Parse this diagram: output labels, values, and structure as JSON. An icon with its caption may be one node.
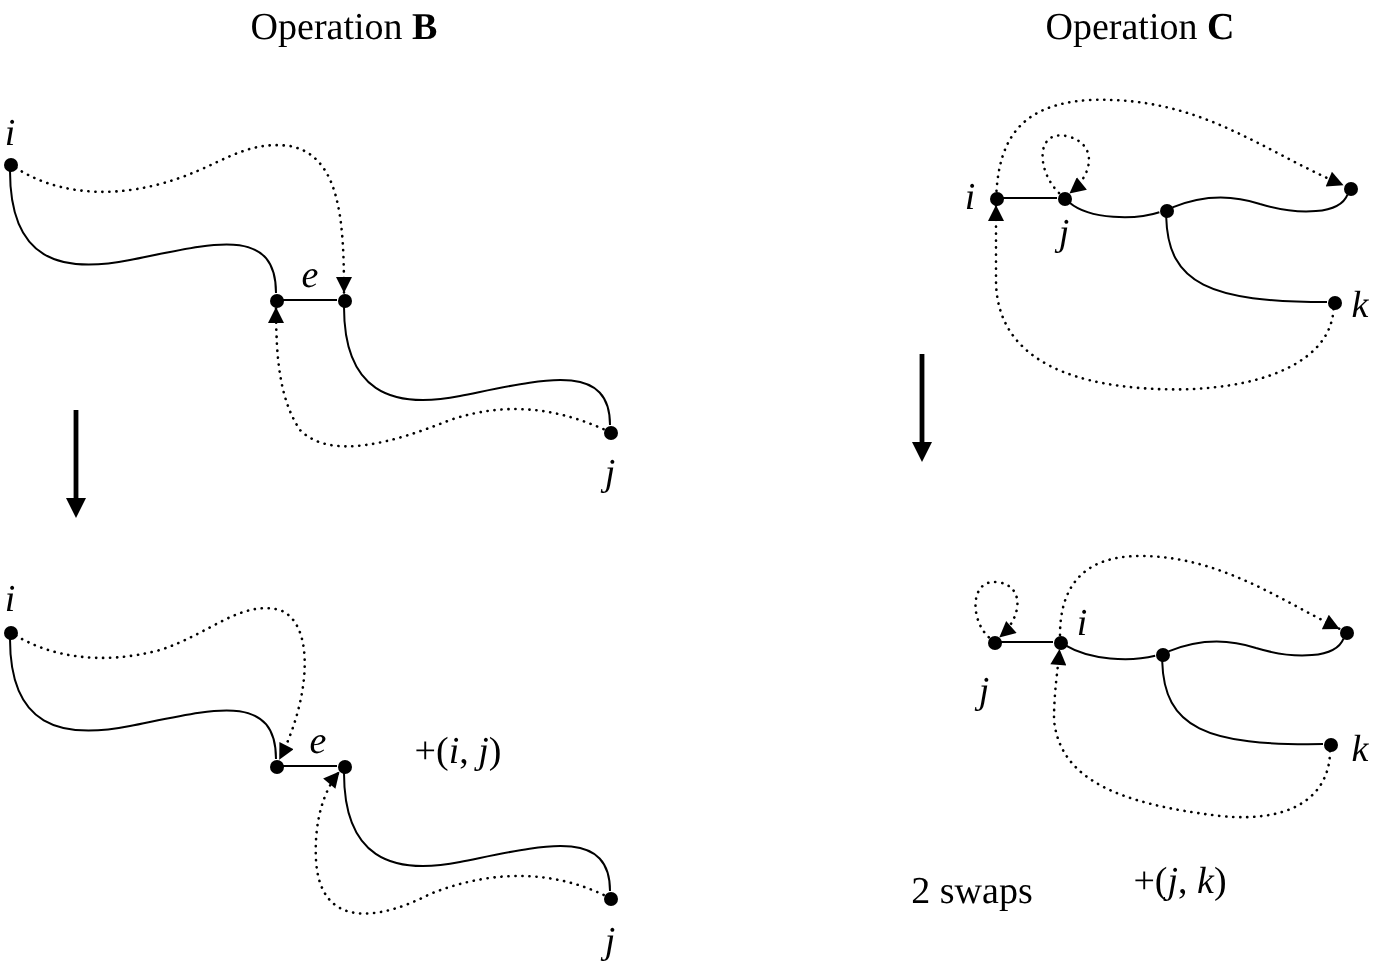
{
  "diagram": {
    "nodes": [
      {
        "text": [],
        "shape": "circle",
        "beside": [
          "i"
        ]
      },
      {
        "text": [],
        "shape": "circle"
      },
      {
        "text": [],
        "shape": "circle"
      },
      {
        "text": [],
        "shape": "circle",
        "beside": [
          "j"
        ]
      },
      {
        "text": [],
        "shape": "circle",
        "beside": [
          "i"
        ]
      },
      {
        "text": [],
        "shape": "circle",
        "beside": [
          "j"
        ]
      },
      {
        "text": [],
        "shape": "circle"
      },
      {
        "text": [],
        "shape": "circle"
      },
      {
        "text": [],
        "shape": "circle",
        "beside": [
          "k"
        ]
      },
      {
        "text": [],
        "shape": "circle",
        "beside": [
          "i"
        ]
      },
      {
        "text": [],
        "shape": "circle"
      },
      {
        "text": [],
        "shape": "circle"
      },
      {
        "text": [],
        "shape": "circle",
        "beside": [
          "j"
        ]
      },
      {
        "text": [],
        "shape": "circle",
        "beside": [
          "j"
        ]
      },
      {
        "text": [],
        "shape": "circle",
        "beside": [
          "i"
        ]
      },
      {
        "text": [],
        "shape": "circle"
      },
      {
        "text": [],
        "shape": "circle"
      },
      {
        "text": [],
        "shape": "circle",
        "beside": [
          "k"
        ]
      }
    ],
    "edges": [
      {
        "from": 0,
        "to": 1,
        "arrow": "none"
      },
      {
        "from": 1,
        "to": 2,
        "arrow": "none",
        "label": "e"
      },
      {
        "from": 2,
        "to": 3,
        "arrow": "none"
      },
      {
        "from": 0,
        "to": 2,
        "arrow": "to",
        "style": "dashed"
      },
      {
        "from": 3,
        "to": 1,
        "arrow": "to",
        "style": "dashed"
      },
      {
        "from": 4,
        "to": 5,
        "arrow": "none"
      },
      {
        "from": 5,
        "to": 6,
        "arrow": "none"
      },
      {
        "from": 6,
        "to": 7,
        "arrow": "none"
      },
      {
        "from": 6,
        "to": 8,
        "arrow": "none"
      },
      {
        "from": 5,
        "to": 5,
        "arrow": "to",
        "style": "dashed"
      },
      {
        "from": 4,
        "to": 7,
        "arrow": "to",
        "style": "dashed"
      },
      {
        "from": 8,
        "to": 4,
        "arrow": "to",
        "style": "dashed"
      },
      {
        "from": 9,
        "to": 10,
        "arrow": "none"
      },
      {
        "from": 10,
        "to": 11,
        "arrow": "none",
        "label": "e"
      },
      {
        "from": 11,
        "to": 12,
        "arrow": "none"
      },
      {
        "from": 9,
        "to": 10,
        "arrow": "to",
        "style": "dashed"
      },
      {
        "from": 12,
        "to": 11,
        "arrow": "to",
        "style": "dashed"
      },
      {
        "from": 13,
        "to": 14,
        "arrow": "none"
      },
      {
        "from": 14,
        "to": 15,
        "arrow": "none"
      },
      {
        "from": 15,
        "to": 16,
        "arrow": "none"
      },
      {
        "from": 15,
        "to": 17,
        "arrow": "none"
      },
      {
        "from": 13,
        "to": 13,
        "arrow": "to",
        "style": "dashed"
      },
      {
        "from": 14,
        "to": 16,
        "arrow": "to",
        "style": "dashed"
      },
      {
        "from": 17,
        "to": 14,
        "arrow": "to",
        "style": "dashed"
      }
    ],
    "labels": [
      "Operation **B**",
      "Operation **C**",
      "+(*i*, *j*)",
      "2 swaps",
      "+(*j*, *k*)"
    ]
  }
}
